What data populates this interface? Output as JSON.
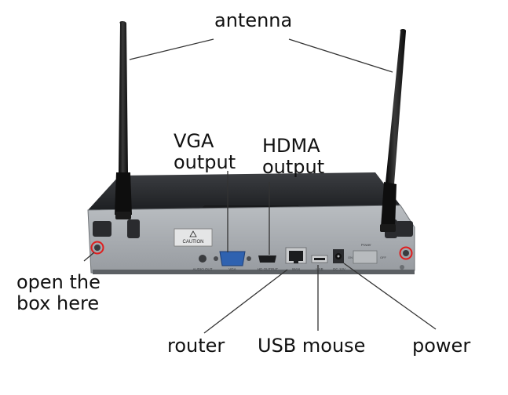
{
  "labels": {
    "antenna": "antenna",
    "vga": [
      "VGA",
      "output"
    ],
    "hdmi": [
      "HDMA",
      "output"
    ],
    "open_box": [
      "open the",
      "box here"
    ],
    "router": "router",
    "usb_mouse": "USB mouse",
    "power": "power"
  },
  "device_markings": {
    "caution": "CAUTION",
    "audio_out": "AUDIO OUT",
    "vga_port": "VGA",
    "hd_output": "HD OUTPUT",
    "wan": "WAN",
    "usb": "USB",
    "dc": "DC 12V",
    "power_switch": "Power",
    "on": "ON",
    "off": "OFF"
  },
  "colors": {
    "label_text": "#111111",
    "leader_line": "#333333",
    "case_top": "#2a2c30",
    "back_panel": "#a9adb1",
    "antenna": "#141414",
    "screw_highlight": "#e01e1e",
    "vga_port": "#2f62b0"
  },
  "icons": [
    "antenna-icon",
    "screw-icon",
    "ethernet-port-icon",
    "usb-port-icon",
    "dc-jack-icon"
  ]
}
